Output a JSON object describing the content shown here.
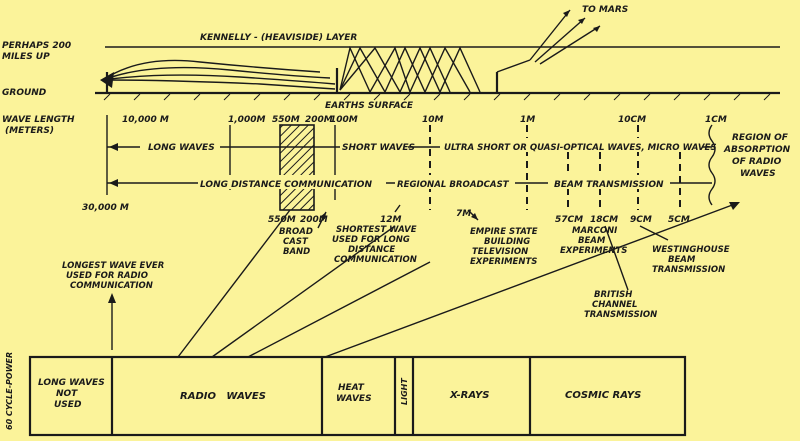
{
  "colors": {
    "background": "#fbf39a",
    "ink": "#1a1a1a"
  },
  "top": {
    "perhaps_line1": "PERHAPS 200",
    "perhaps_line2": "MILES UP",
    "layer_label": "KENNELLY - (HEAVISIDE) LAYER",
    "to_mars": "TO MARS",
    "ground": "GROUND",
    "earths_surface": "EARTHS SURFACE"
  },
  "scale": {
    "wave_length_line1": "WAVE LENGTH",
    "wave_length_line2": "(METERS)",
    "ticks": [
      "10,000 M",
      "1,000M",
      "550M",
      "200M",
      "100M",
      "10M",
      "1M",
      "10CM",
      "1CM"
    ],
    "bottom_left": "30,000 M",
    "bottom_ticks": [
      "550M",
      "200M"
    ]
  },
  "bands": {
    "long_waves": "LONG WAVES",
    "short_waves": "SHORT WAVES",
    "ultra_short": "ULTRA SHORT OR QUASI-OPTICAL WAVES, MICRO WAVES",
    "long_distance": "LONG DISTANCE COMMUNICATION",
    "regional": "REGIONAL BROADCAST",
    "beam": "BEAM TRANSMISSION",
    "absorption": [
      "REGION OF",
      "ABSORPTION",
      "OF RADIO",
      "WAVES"
    ]
  },
  "annotations": {
    "broadcast_band": [
      "BROAD",
      "CAST",
      "BAND"
    ],
    "shortest_wave_label": "12M",
    "shortest_wave": [
      "SHORTEST WAVE",
      "USED FOR LONG",
      "DISTANCE",
      "COMMUNICATION"
    ],
    "empire_label": "7M",
    "empire": [
      "EMPIRE STATE",
      "BUILDING",
      "TELEVISION",
      "EXPERIMENTS"
    ],
    "marconi_label": "57CM",
    "marconi": [
      "MARCONI",
      "BEAM",
      "EXPERIMENTS"
    ],
    "british_label": "18CM",
    "british": [
      "BRITISH",
      "CHANNEL",
      "TRANSMISSION"
    ],
    "westinghouse_label": "9CM",
    "westinghouse": [
      "WESTINGHOUSE",
      "BEAM",
      "TRANSMISSION"
    ],
    "five_cm": "5CM",
    "longest_wave": [
      "LONGEST WAVE EVER",
      "USED FOR RADIO",
      "COMMUNICATION"
    ]
  },
  "spectrum": {
    "side_label": "60 CYCLE-POWER",
    "long_waves_not_used": [
      "LONG WAVES",
      "NOT",
      "USED"
    ],
    "radio_waves": "RADIO   WAVES",
    "heat_waves": [
      "HEAT",
      "WAVES"
    ],
    "light": "LIGHT",
    "x_rays": "X-RAYS",
    "cosmic_rays": "COSMIC RAYS"
  }
}
